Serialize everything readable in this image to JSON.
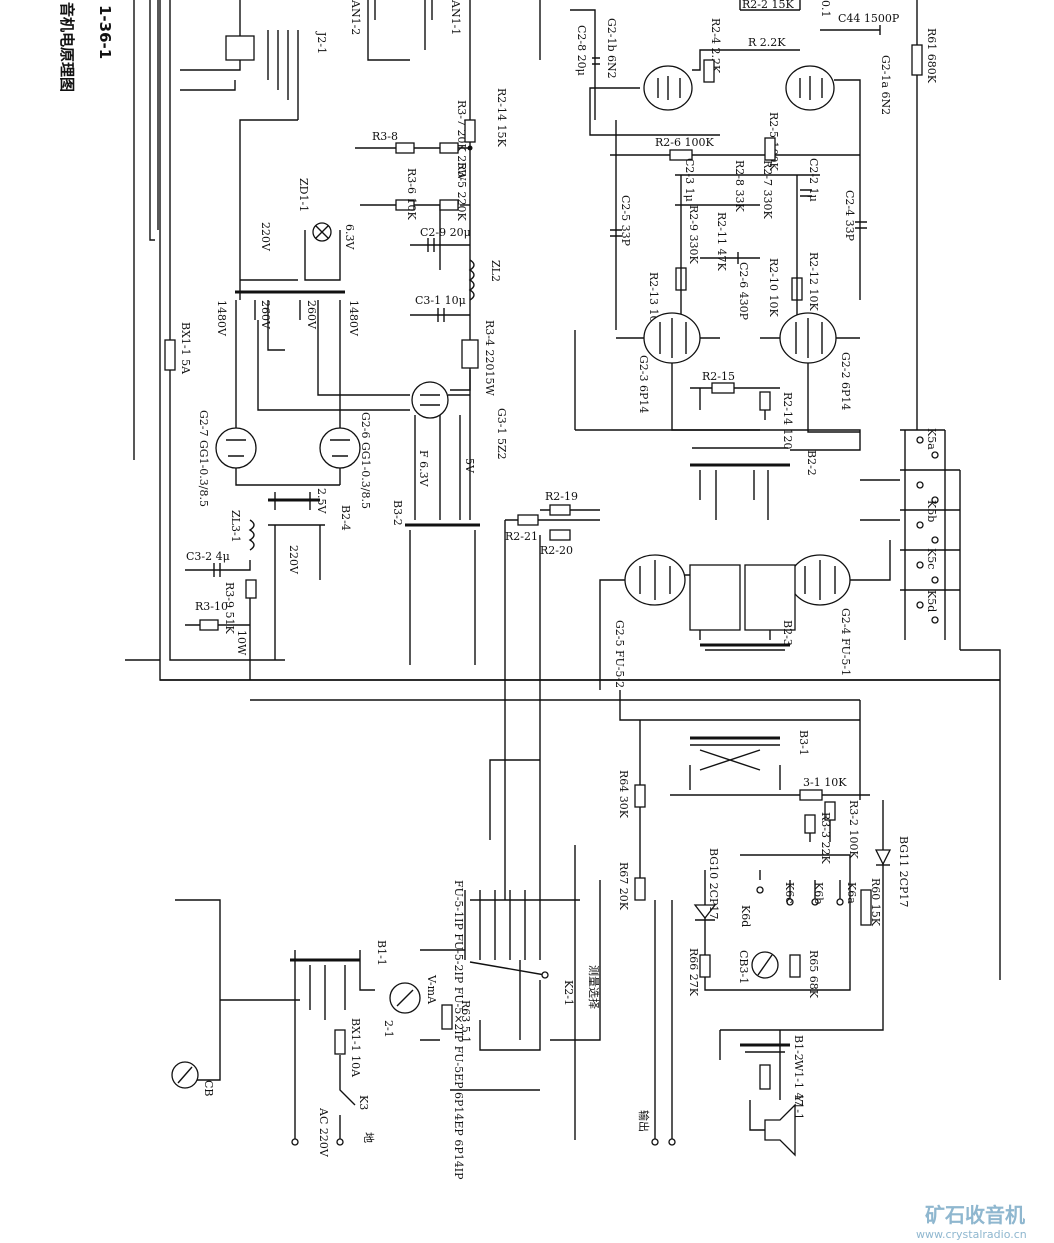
{
  "title": {
    "fig_no": "1-36-1",
    "caption": "音机电原理图"
  },
  "watermark": {
    "text": "矿石收音机",
    "url": "www.crystalradio.cn"
  },
  "labels": {
    "an12": "AN1-2",
    "an11": "AN1-1",
    "j2": "J2-1",
    "r215": "R2-2 15K",
    "c44": "C44 1500P",
    "c01": "0.1",
    "r61": "R61 680K",
    "g2a": "G2-1a 6N2",
    "c28": "C2-8 20μ",
    "g2b": "G2-1b 6N2",
    "r24": "R2-4 2.2K",
    "r2": "R  2.2K",
    "r214": "R2-14 15K",
    "r37": "R3-7 20K 25W",
    "r38": "R3-8",
    "r35": "R3-5 220K",
    "r36": "R3-6 10K",
    "r26": "R2-6 100K",
    "r25": "R2-5 100K",
    "c22": "C2-2 1μ",
    "c24": "C2-4 33P",
    "c23": "C2-3 1μ",
    "r28": "R2-8 33K",
    "r27": "R2-7 330K",
    "zd1": "ZD1-1",
    "v63": "6.3V",
    "v220": "220V",
    "c25": "C2-5 33P",
    "r29": "R2-9 330K",
    "r211": "R2-11 47K",
    "c26": "C2-6 430P",
    "c29": "C2-9 20μ",
    "zl2": "ZL2",
    "r210": "R2-10 10K",
    "r212": "R2-12 10K",
    "c31": "C3-1 10μ",
    "r213": "R2-13 10K",
    "r34": "R3-4 22015W",
    "v1480a": "1480V",
    "v260a": "260V",
    "v260b": "260V",
    "v1480b": "1480V",
    "bx1": "BX1-1 5A",
    "g23": "G2-3 6P14",
    "g22": "G2-2 6P14",
    "r215b": "R2-15",
    "r2120": "R2-14 120",
    "g27": "G2-7 GG1-0.3/8.5",
    "g26": "G2-6 GG1-0.3/8.5",
    "g31": "G3-1 5Z2",
    "v63b": "F 6.3V",
    "v5": "5V",
    "b22": "B2-2",
    "k5a": "K5a",
    "k5b": "K5b",
    "k5c": "K5c",
    "k5d": "K5d",
    "v25": "2.5V",
    "b24": "B2-4",
    "r219": "R2-19",
    "r221": "R2-21",
    "r220": "R2-20",
    "b32": "B3-2",
    "zl31": "ZL3-1",
    "c32": "C3-2 4μ",
    "r39": "R3-9 51K",
    "r310": "R3-10",
    "w10": "10W",
    "v220b": "220V",
    "g25": "G2-5 FU-5-2",
    "g24": "G2-4 FU-5-1",
    "b23": "B2-3",
    "b31": "B3-1",
    "r64": "R64 30K",
    "r31": "3-1 10K",
    "r32": "R3-2 100K",
    "r33": "R3-3 22K",
    "bg11": "BG11 2CP17",
    "r67": "R67 20K",
    "bg10": "BG10 2CP17",
    "k6a": "K6a",
    "k6b": "K6b",
    "k6c": "K6c",
    "k6d": "K6d",
    "r60": "R60 15K",
    "r66": "R66 27K",
    "cb31": "CB3-1",
    "r65": "R65 68K",
    "b11": "B1-1",
    "meter_sel": "FU-5-1IP  FU-5-2IP  FU-5×2IP  FU-5EP  6P14EP  6P14IP",
    "vma": "V-mA",
    "r63": "R63 5.1",
    "k21": "K2-1",
    "meas": "测量选择",
    "bx11": "BX1-1 10A",
    "ac": "AC 220V",
    "k3": "K3",
    "cb": "CB",
    "b12": "B1-2",
    "w11": "W1-1 47",
    "y1": "Y1-1",
    "out": "输出",
    "ground": "地",
    "v21": "2-1"
  }
}
